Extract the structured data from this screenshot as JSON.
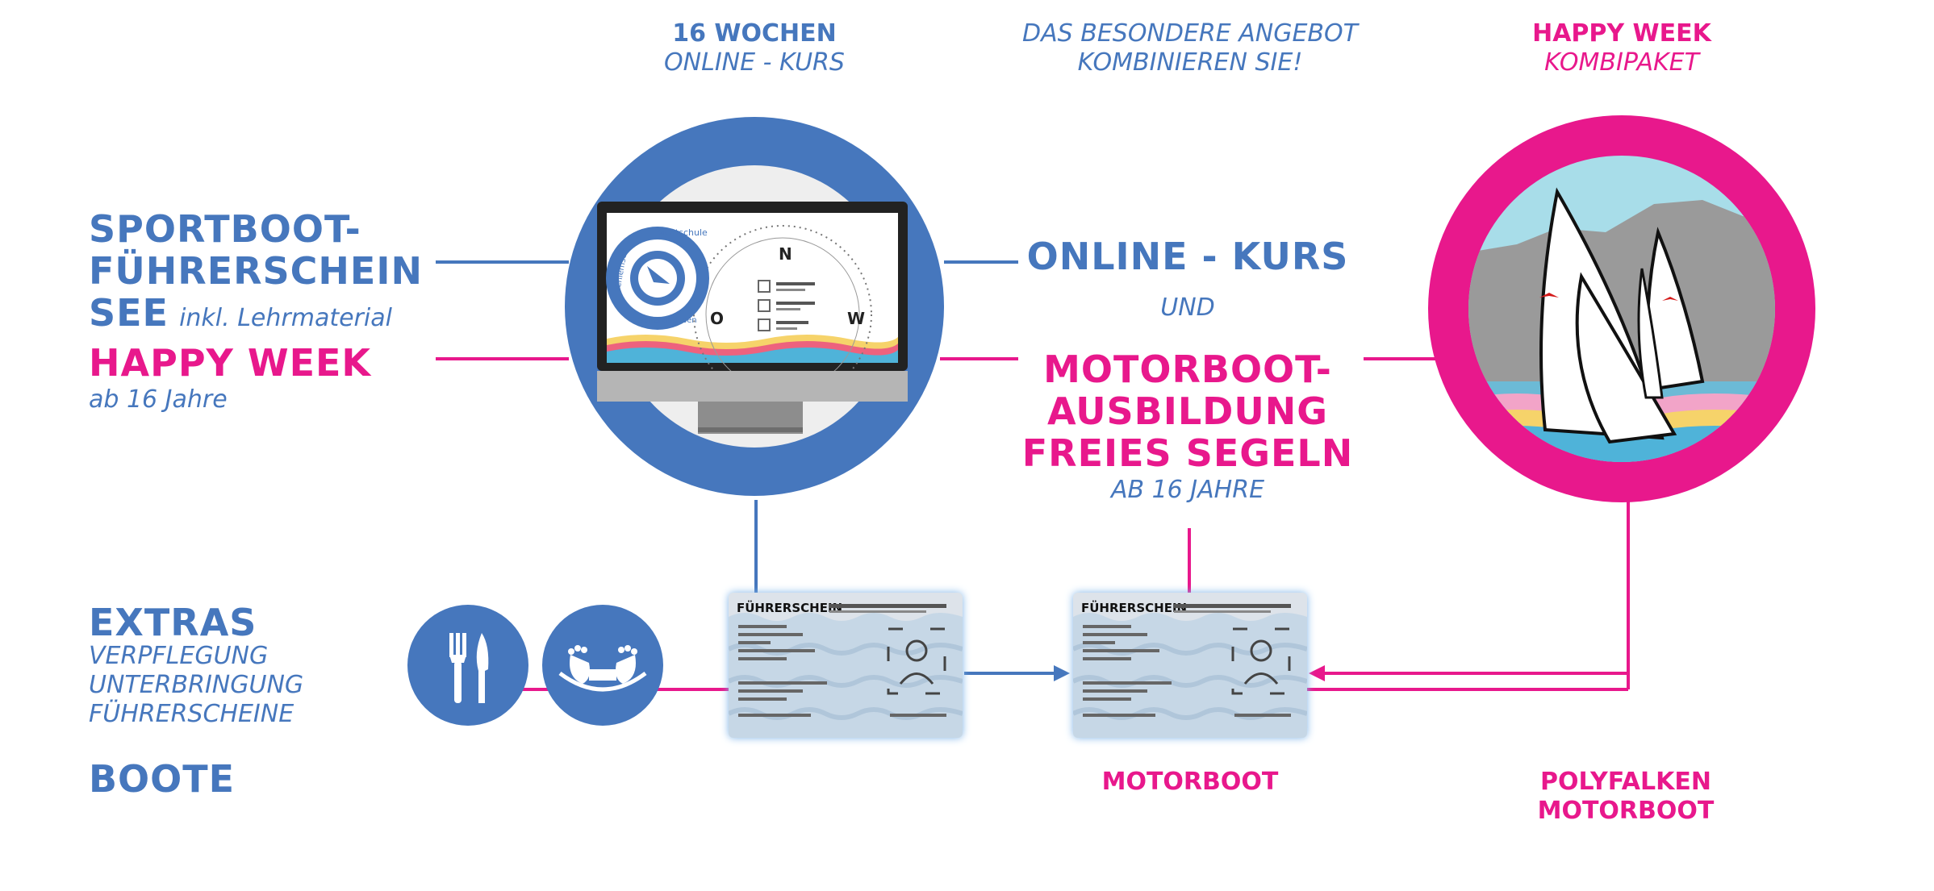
{
  "colors": {
    "blue": "#4677bd",
    "pink": "#e8188c",
    "card": "#dde3ea",
    "screen_frame": "#222222"
  },
  "top_headers": {
    "left": {
      "title": "16 WOCHEN",
      "subtitle": "ONLINE - KURS"
    },
    "middle": {
      "line1": "DAS BESONDERE ANGEBOT",
      "line2": "KOMBINIEREN SIE!"
    },
    "right": {
      "title": "HAPPY WEEK",
      "subtitle": "KOMBIPAKET"
    }
  },
  "left_column": {
    "sbf_line1": "SPORTBOOT-",
    "sbf_line2": "FÜHRERSCHEIN",
    "sbf_line3": "SEE",
    "sbf_note": "inkl. Lehrmaterial",
    "happy_week": "HAPPY WEEK",
    "happy_week_age": "ab 16 Jahre",
    "extras_title": "EXTRAS",
    "extras_items": [
      "VERPFLEGUNG",
      "UNTERBRINGUNG",
      "FÜHRERSCHEINE"
    ],
    "boote": "BOOTE"
  },
  "center_column": {
    "online_kurs": "ONLINE - KURS",
    "und": "UND",
    "motorboot_line1": "MOTORBOOT-",
    "motorboot_line2": "AUSBILDUNG",
    "motorboot_line3": "FREIES SEGELN",
    "age": "AB 16 JAHRE"
  },
  "monitor": {
    "logo_top": "Yachtschule",
    "logo_left": "Chiemsee",
    "logo_bottom": "Gollenshausen",
    "compass_n": "N",
    "compass_o": "O",
    "compass_w": "W"
  },
  "icons": [
    "cutlery-icon",
    "bed-icon"
  ],
  "cards": {
    "card1_title": "FÜHRERSCHEIN",
    "card2_title": "FÜHRERSCHEIN"
  },
  "bottom_labels": {
    "motorboot": "MOTORBOOT",
    "polyfalken_line1": "POLYFALKEN",
    "polyfalken_line2": "MOTORBOOT"
  }
}
